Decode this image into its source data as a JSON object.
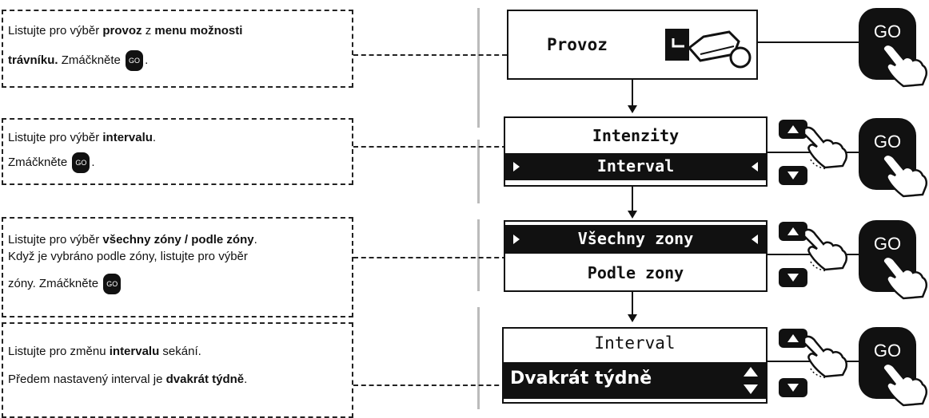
{
  "steps": [
    {
      "instruction": {
        "l1_pre": "Listujte pro výběr ",
        "l1_b1": "provoz",
        "l1_mid": " z ",
        "l1_b2": "menu možnosti",
        "l2_b": "trávníku.",
        "l2_post": " Zmáčkněte ",
        "l2_end": "."
      },
      "screen": {
        "title": "Provoz",
        "icon": "mower-icon"
      }
    },
    {
      "instruction": {
        "l1_pre": "Listujte pro výběr ",
        "l1_b": "intervalu",
        "l1_end": ".",
        "l2_pre": "Zmáčkněte ",
        "l2_end": "."
      },
      "screen": {
        "item1": "Intenzity",
        "item2": "Interval",
        "selected": "Interval"
      }
    },
    {
      "instruction": {
        "l1_pre": "Listujte pro výběr ",
        "l1_b": "všechny zóny / podle zóny",
        "l1_end": ".",
        "l2": "Když je vybráno podle zóny, listujte pro výběr",
        "l3_pre": "zóny. Zmáčkněte "
      },
      "screen": {
        "item1": "Všechny zony",
        "item2": "Podle zony",
        "selected": "Všechny zony"
      }
    },
    {
      "instruction": {
        "l1_pre": "Listujte pro změnu ",
        "l1_b": "intervalu",
        "l1_post": " sekání.",
        "l2_pre": "Předem nastavený interval je ",
        "l2_b": "dvakrát týdně",
        "l2_end": "."
      },
      "screen": {
        "header": "Interval",
        "value": "Dvakrát týdně"
      }
    }
  ],
  "go_label": "GO",
  "go_inline_label": "GO",
  "colors": {
    "ink": "#111111",
    "separator": "#bbbbbb",
    "background": "#ffffff"
  }
}
